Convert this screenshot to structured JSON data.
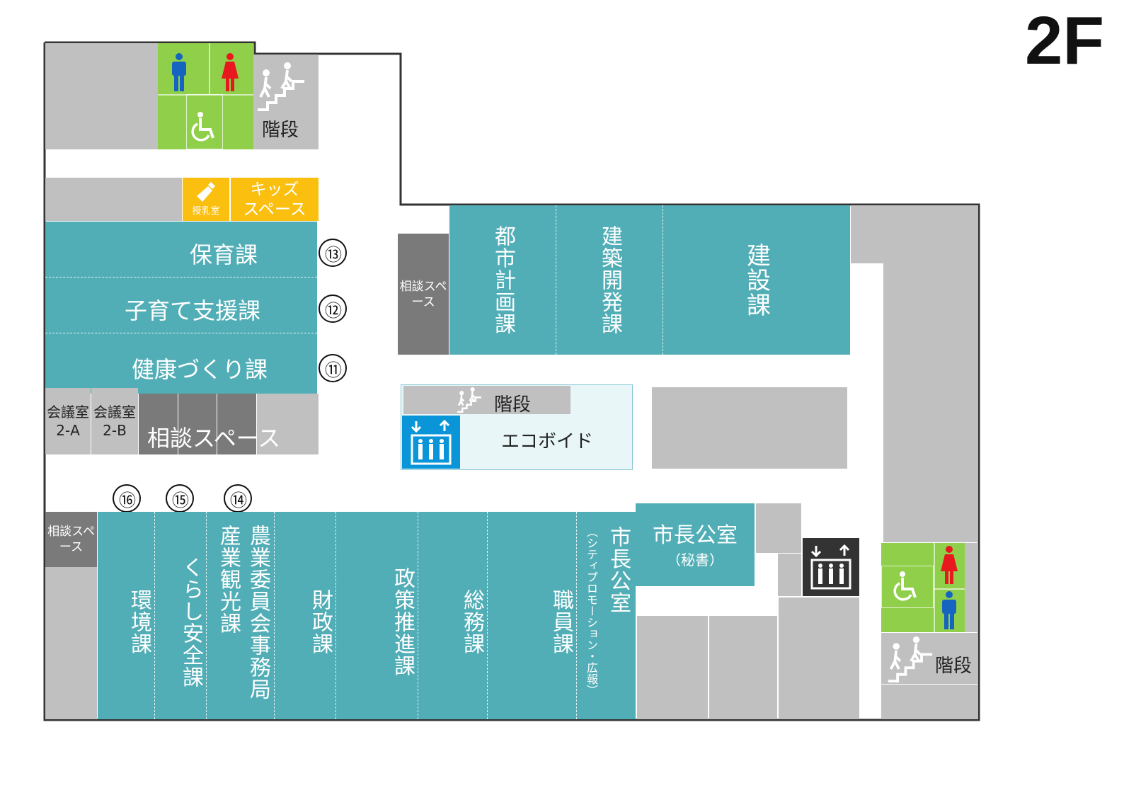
{
  "floor_label": "2F",
  "rooms": {
    "nursing_room": "授乳室",
    "kids_space": "キッズスペース",
    "stairs": "階段",
    "consult_space": "相談スペース",
    "consult_space_long": "相談スペース",
    "meeting_a": "会議室2-A",
    "meeting_b": "会議室2-B",
    "eco_void": "エコボイド",
    "mayor_secretary": "市長公室",
    "mayor_secretary_sub": "（秘書）"
  },
  "departments": {
    "hoiku": "保育課",
    "kosodate": "子育て支援課",
    "kenko": "健康づくり課",
    "toshi": "都市計画課",
    "kenchiku": "建築開発課",
    "kensetsu": "建設課",
    "kankyo": "環境課",
    "kurashi": "くらし安全課",
    "sangyo": "産業観光課",
    "nogyo": "農業委員会事務局",
    "zaisei": "財政課",
    "seisaku": "政策推進課",
    "somu": "総務課",
    "shokuin": "職員課",
    "mayor_pr": "市長公室",
    "mayor_pr_sub": "（シティプロモーション・広報）"
  },
  "markers": {
    "m11": "⑪",
    "m12": "⑫",
    "m13": "⑬",
    "m14": "⑭",
    "m15": "⑮",
    "m16": "⑯"
  },
  "icons": [
    "male-toilet-icon",
    "female-toilet-icon",
    "wheelchair-icon",
    "stairs-icon",
    "elevator-icon",
    "baby-bottle-icon"
  ],
  "colors": {
    "department": "#52aeb6",
    "restroom": "#8fcf4a",
    "kids": "#fbbf10",
    "service": "#c0c0c0",
    "consult": "#7a7a7a",
    "elevator_void": "#0a95d8",
    "elevator_dark": "#333333",
    "male": "#1565c0",
    "female": "#e8191e"
  }
}
